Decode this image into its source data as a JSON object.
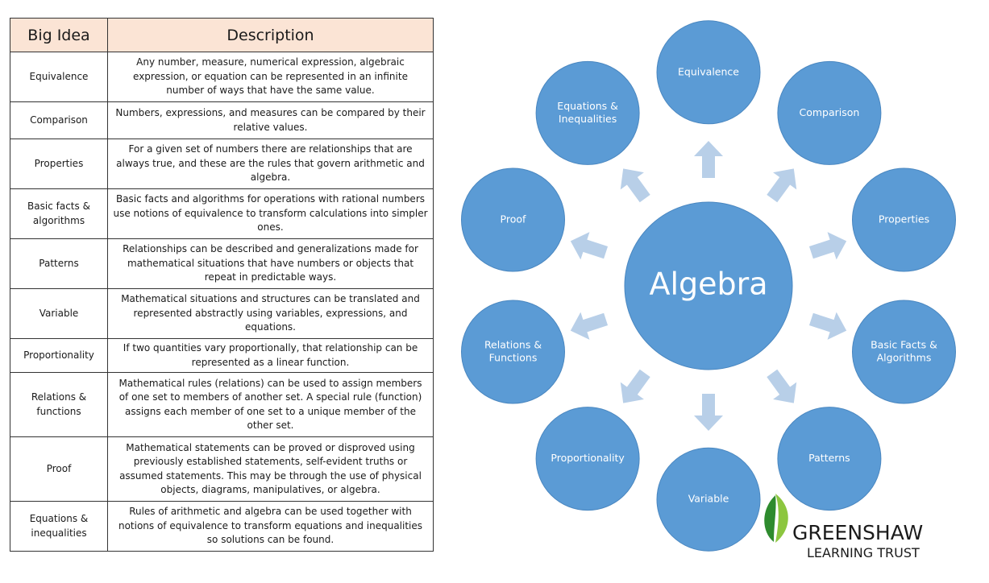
{
  "table": {
    "headers": [
      "Big Idea",
      "Description"
    ],
    "rows": [
      {
        "idea": "Equivalence",
        "description": "Any number, measure, numerical expression, algebraic expression, or equation can be represented in an infinite number of ways that have the same value."
      },
      {
        "idea": "Comparison",
        "description": "Numbers, expressions, and measures can be compared by their relative values."
      },
      {
        "idea": "Properties",
        "description": "For a given set of numbers there are relationships that are always true, and these are the rules that govern arithmetic and algebra."
      },
      {
        "idea": "Basic facts & algorithms",
        "description": "Basic facts and algorithms for operations with rational numbers use notions of equivalence to transform calculations into simpler ones."
      },
      {
        "idea": "Patterns",
        "description": "Relationships can be described and generalizations made for mathematical situations that have numbers or objects that repeat in predictable ways."
      },
      {
        "idea": "Variable",
        "description": "Mathematical situations and structures can be translated and represented abstractly using variables, expressions, and equations."
      },
      {
        "idea": "Proportionality",
        "description": "If two quantities vary proportionally, that relationship can be represented as a linear function."
      },
      {
        "idea": "Relations & functions",
        "description": "Mathematical rules (relations) can be used to assign members of one set to members of another set. A special rule (function) assigns each member of one set to a unique member of the other set."
      },
      {
        "idea": "Proof",
        "description": "Mathematical statements can be proved or disproved using previously established statements, self-evident truths or assumed statements. This may be through the use of physical objects, diagrams, manipulatives, or algebra."
      },
      {
        "idea": "Equations & inequalities",
        "description": "Rules of arithmetic and algebra can be used together with notions of equivalence to transform equations and inequalities so solutions can be found."
      }
    ]
  },
  "diagram": {
    "center": "Algebra",
    "nodes": [
      {
        "lines": [
          "Equivalence"
        ]
      },
      {
        "lines": [
          "Comparison"
        ]
      },
      {
        "lines": [
          "Properties"
        ]
      },
      {
        "lines": [
          "Basic Facts &",
          "Algorithms"
        ]
      },
      {
        "lines": [
          "Patterns"
        ]
      },
      {
        "lines": [
          "Variable"
        ]
      },
      {
        "lines": [
          "Proportionality"
        ]
      },
      {
        "lines": [
          "Relations &",
          "Functions"
        ]
      },
      {
        "lines": [
          "Proof"
        ]
      },
      {
        "lines": [
          "Equations &",
          "Inequalities"
        ]
      }
    ]
  },
  "logo": {
    "line1": "GREENSHAW",
    "line2": "LEARNING TRUST"
  },
  "colors": {
    "node": "#5b9bd5",
    "node_stroke": "#4a87c0",
    "arrow": "#b8cfe8",
    "header_bg": "#fbe4d5",
    "leaf_dark": "#2e8b2e",
    "leaf_light": "#8cc63f"
  }
}
